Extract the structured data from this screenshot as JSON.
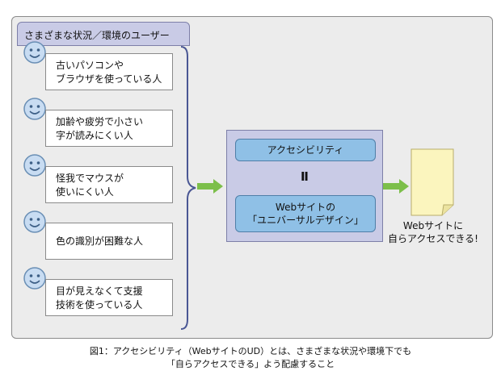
{
  "panel_title": "さまざまな状況／環境のユーザー",
  "users": [
    {
      "line1": "古いパソコンや",
      "line2": "ブラウザを使っている人"
    },
    {
      "line1": "加齢や疲労で小さい",
      "line2": "字が読みにくい人"
    },
    {
      "line1": "怪我でマウスが",
      "line2": "使いにくい人"
    },
    {
      "line1": "色の識別が困難な人",
      "line2": ""
    },
    {
      "line1": "目が見えなくて支援",
      "line2": "技術を使っている人"
    }
  ],
  "concept": {
    "top": "アクセシビリティ",
    "equals": "Ⅱ",
    "bottom_line1": "Webサイトの",
    "bottom_line2": "「ユニバーサルデザイン」"
  },
  "result": {
    "line1": "Webサイトに",
    "line2": "自らアクセスできる!"
  },
  "caption": {
    "line1": "図1：アクセシビリティ（WebサイトのUD）とは、さまざまな状況や環境下でも",
    "line2": "「自らアクセスできる」よう配慮すること"
  },
  "colors": {
    "panel": "#ececec",
    "lavender": "#c9cbe6",
    "pill": "#8fc0e6",
    "arrow": "#7cbf4a",
    "smiley": "#c8dcf2",
    "document": "#fbf5be"
  }
}
